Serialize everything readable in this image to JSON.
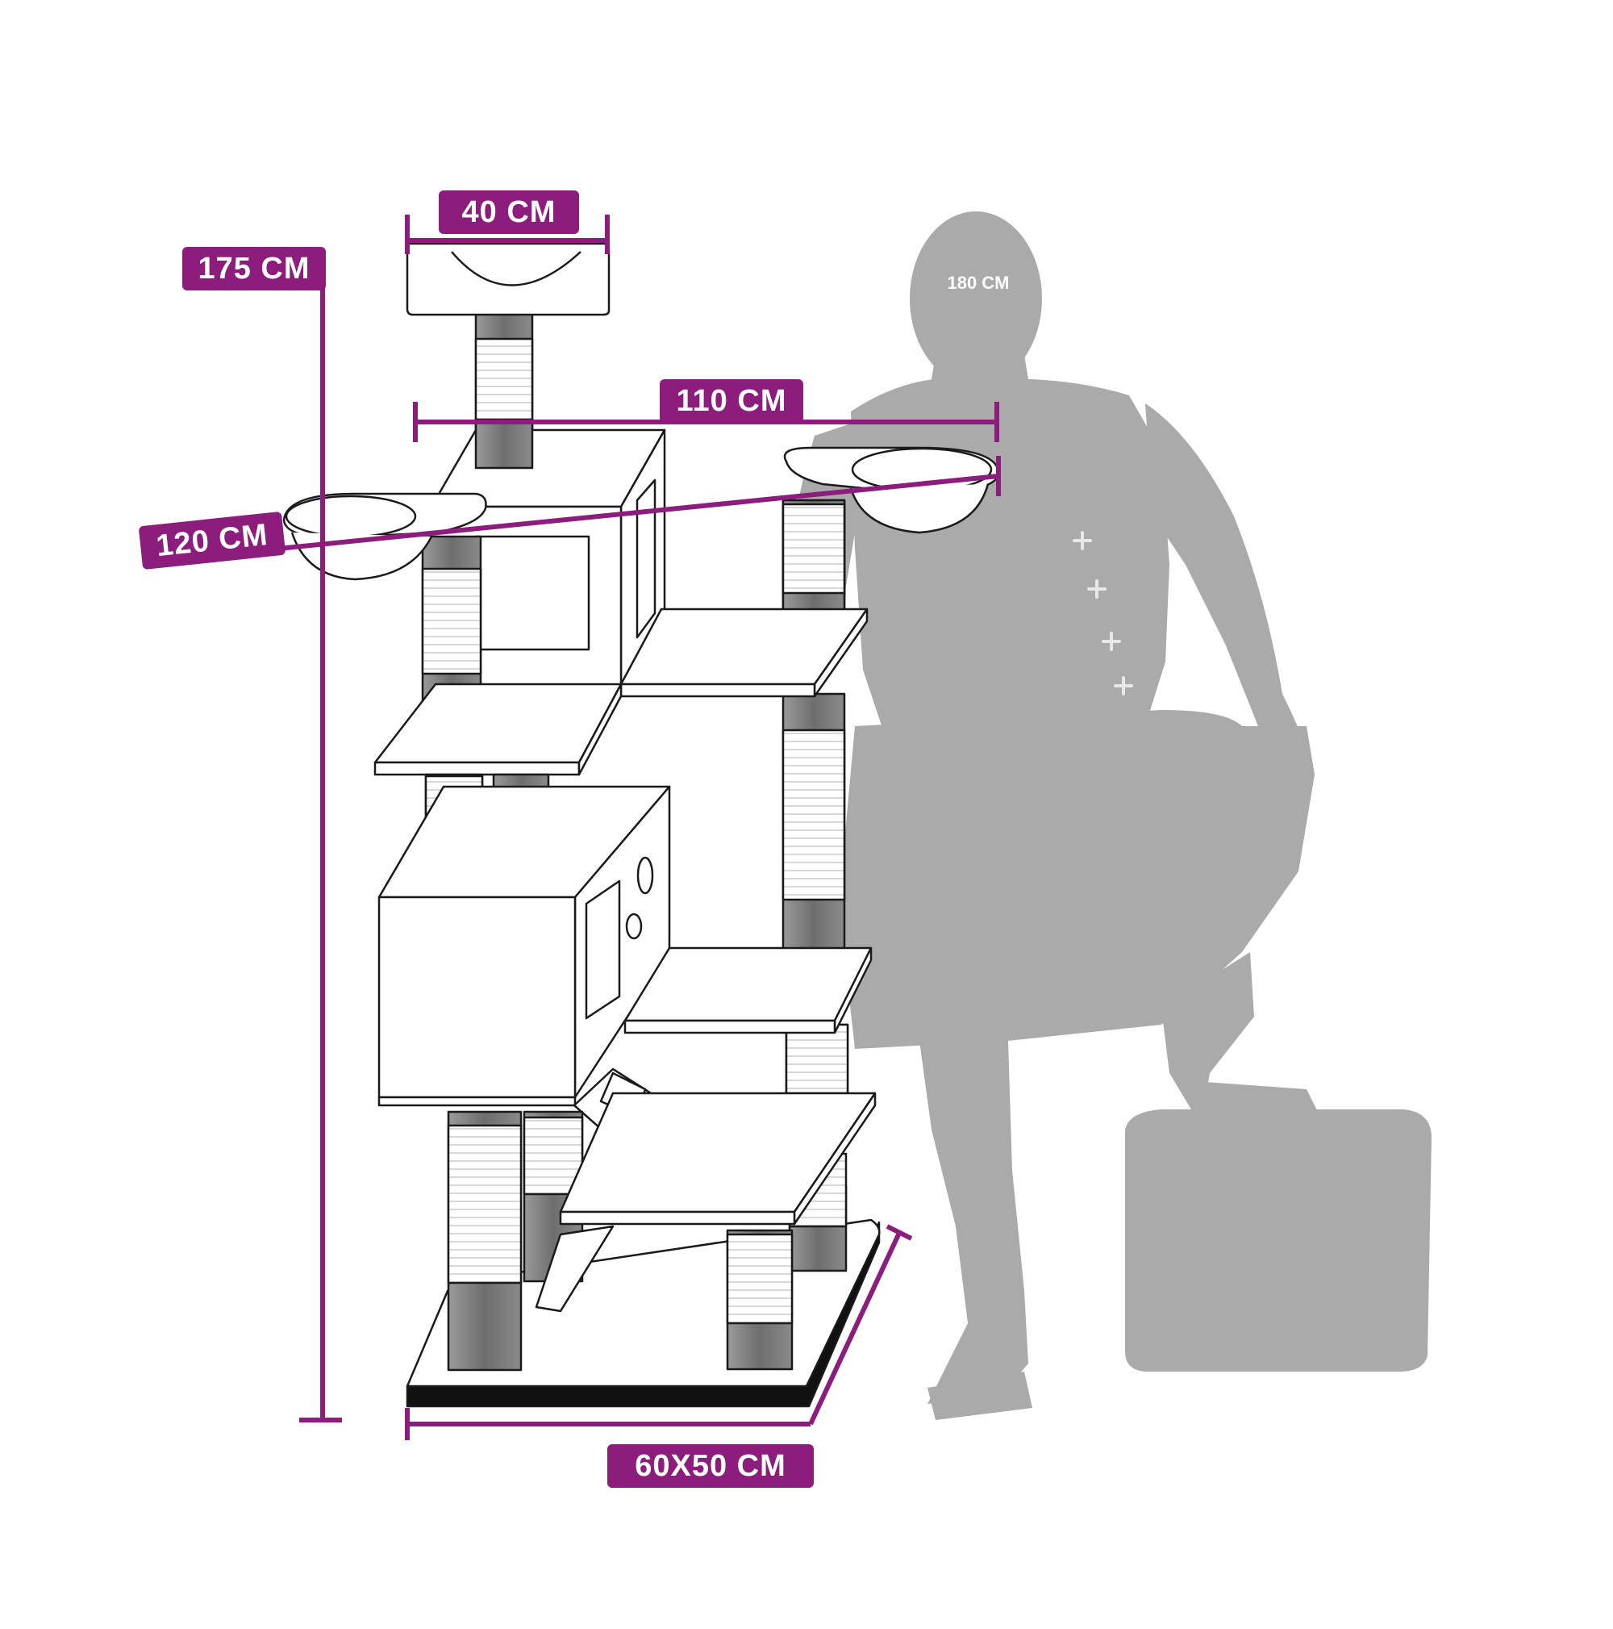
{
  "dimensions": {
    "top_bed_width": "40 CM",
    "total_height": "175 CM",
    "span_width": "110 CM",
    "diagonal_width": "120 CM",
    "base_size": "60X50 CM"
  },
  "person": {
    "height_label": "180 CM"
  },
  "colors": {
    "accent": "#8c1d7c",
    "silhouette": "#aaaaaa",
    "post_dark": "#808080",
    "post_sisal": "#ffffff",
    "outline": "#1a1a1a"
  }
}
